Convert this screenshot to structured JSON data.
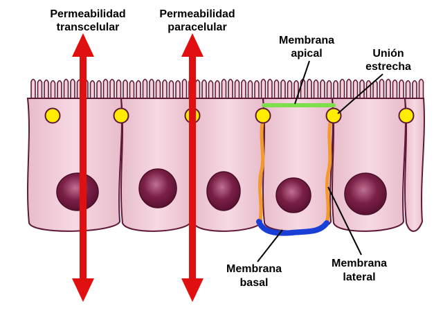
{
  "labels": {
    "transcellular_line1": "Permeabilidad",
    "transcellular_line2": "transcelular",
    "paracellular_line1": "Permeabilidad",
    "paracellular_line2": "paracelular",
    "apical_line1": "Membrana",
    "apical_line2": "apical",
    "junction_line1": "Unión",
    "junction_line2": "estrecha",
    "basal_line1": "Membrana",
    "basal_line2": "basal",
    "lateral_line1": "Membrana",
    "lateral_line2": "lateral"
  },
  "colors": {
    "cell_fill": "#f2cfd9",
    "cell_outline": "#5e1838",
    "nucleus": "#7a1f45",
    "arrow": "#e01010",
    "tight_junction": "#ffec00",
    "apical_membrane": "#7de04a",
    "lateral_membrane": "#f39a2c",
    "basal_membrane": "#1a3fd6"
  }
}
